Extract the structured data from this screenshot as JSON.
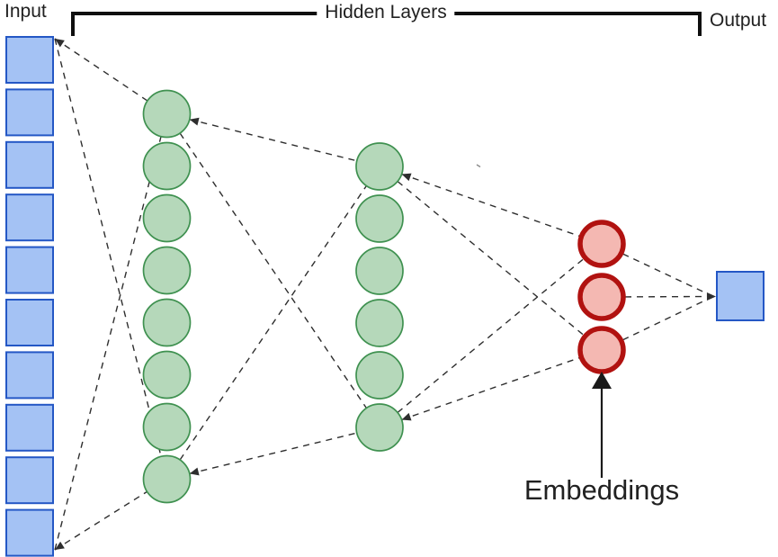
{
  "labels": {
    "input": "Input",
    "hidden_layers": "Hidden Layers",
    "output": "Output",
    "embeddings": "Embeddings"
  },
  "network": {
    "layers": [
      {
        "id": "input",
        "shape": "square",
        "count": 10,
        "fill": "#a4c2f4",
        "stroke": "#2457c5"
      },
      {
        "id": "hidden-1",
        "shape": "circle",
        "count": 8,
        "fill": "#b5d8ba",
        "stroke": "#3f9150"
      },
      {
        "id": "hidden-2",
        "shape": "circle",
        "count": 6,
        "fill": "#b5d8ba",
        "stroke": "#3f9150"
      },
      {
        "id": "embeddings",
        "shape": "circle",
        "count": 3,
        "fill": "#f4b8b2",
        "stroke": "#b11210"
      },
      {
        "id": "output",
        "shape": "square",
        "count": 1,
        "fill": "#a4c2f4",
        "stroke": "#2457c5"
      }
    ],
    "colors": {
      "connection": "#2e2e2e",
      "bracket": "#0f0f0f",
      "text": "#212121",
      "annotation_arrow": "#1a1a1a"
    }
  }
}
